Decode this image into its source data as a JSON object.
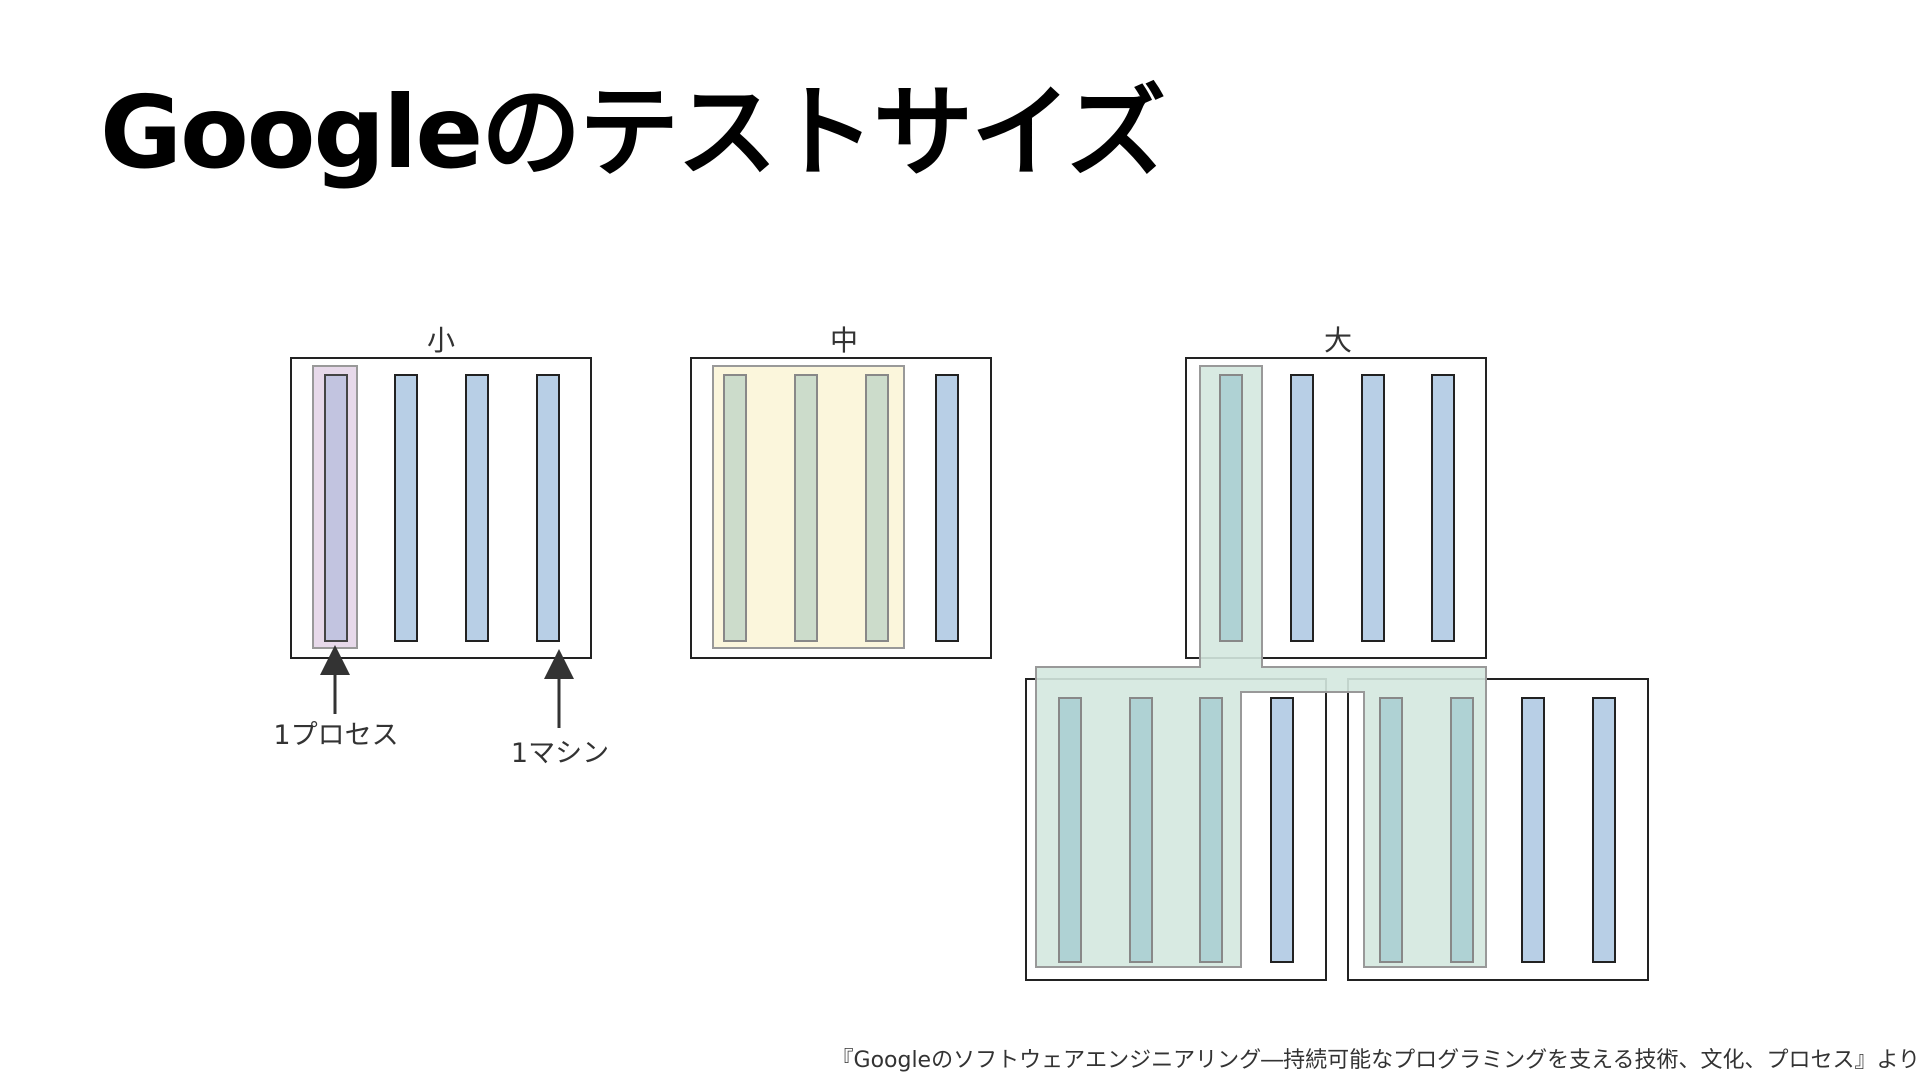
{
  "title": "Googleのテストサイズ",
  "credit": "『Googleのソフトウェアエンジニアリング―持続可能なプログラミングを支える技術、文化、プロセス』より",
  "diagram": {
    "small_label": "小",
    "medium_label": "中",
    "large_label": "大",
    "process_note": "1プロセス",
    "machine_note": "1マシン"
  },
  "colors": {
    "process_bar": "#b8cfe6",
    "small_highlight": "#e7d9ea",
    "medium_highlight": "#fbf6dc",
    "large_highlight": "#d4e8df",
    "outline": "#222222"
  }
}
